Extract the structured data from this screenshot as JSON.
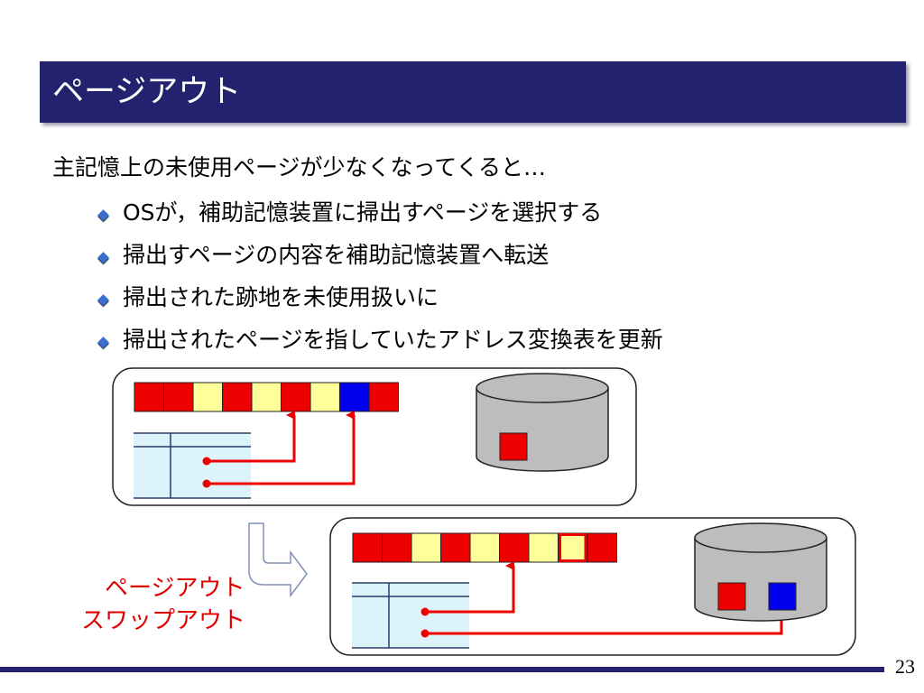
{
  "slide": {
    "title": "ページアウト",
    "lead": "主記憶上の未使用ページが少なくなってくると…",
    "bullets": [
      "OSが，補助記憶装置に掃出すページを選択する",
      "掃出すページの内容を補助記憶装置へ転送",
      "掃出された跡地を未使用扱いに",
      "掃出されたページを指していたアドレス変換表を更新"
    ],
    "label_pageout": "ページアウト",
    "label_swapout": "スワップアウト",
    "page_number": "23"
  },
  "colors": {
    "title_bar": "#22226e",
    "page_used": "#ee0000",
    "page_free": "#ffff99",
    "page_selected": "#0000ee",
    "table_fill": "#ddf3fb",
    "disk_fill": "#bdbdbd",
    "arrow": "#ee0000",
    "bullet": "#3a6fd0"
  },
  "diagram": {
    "before": {
      "memory_pages": [
        "used",
        "used",
        "free",
        "used",
        "free",
        "used",
        "free",
        "selected",
        "used"
      ],
      "disk_blocks": [
        "used"
      ],
      "table_pointers_to_pages": [
        6,
        8
      ]
    },
    "after": {
      "memory_pages": [
        "used",
        "used",
        "free",
        "used",
        "free",
        "used",
        "free",
        "freed-outline",
        "used"
      ],
      "disk_blocks": [
        "used",
        "selected"
      ],
      "table_pointers": [
        "page-6",
        "disk-block-2"
      ]
    }
  }
}
